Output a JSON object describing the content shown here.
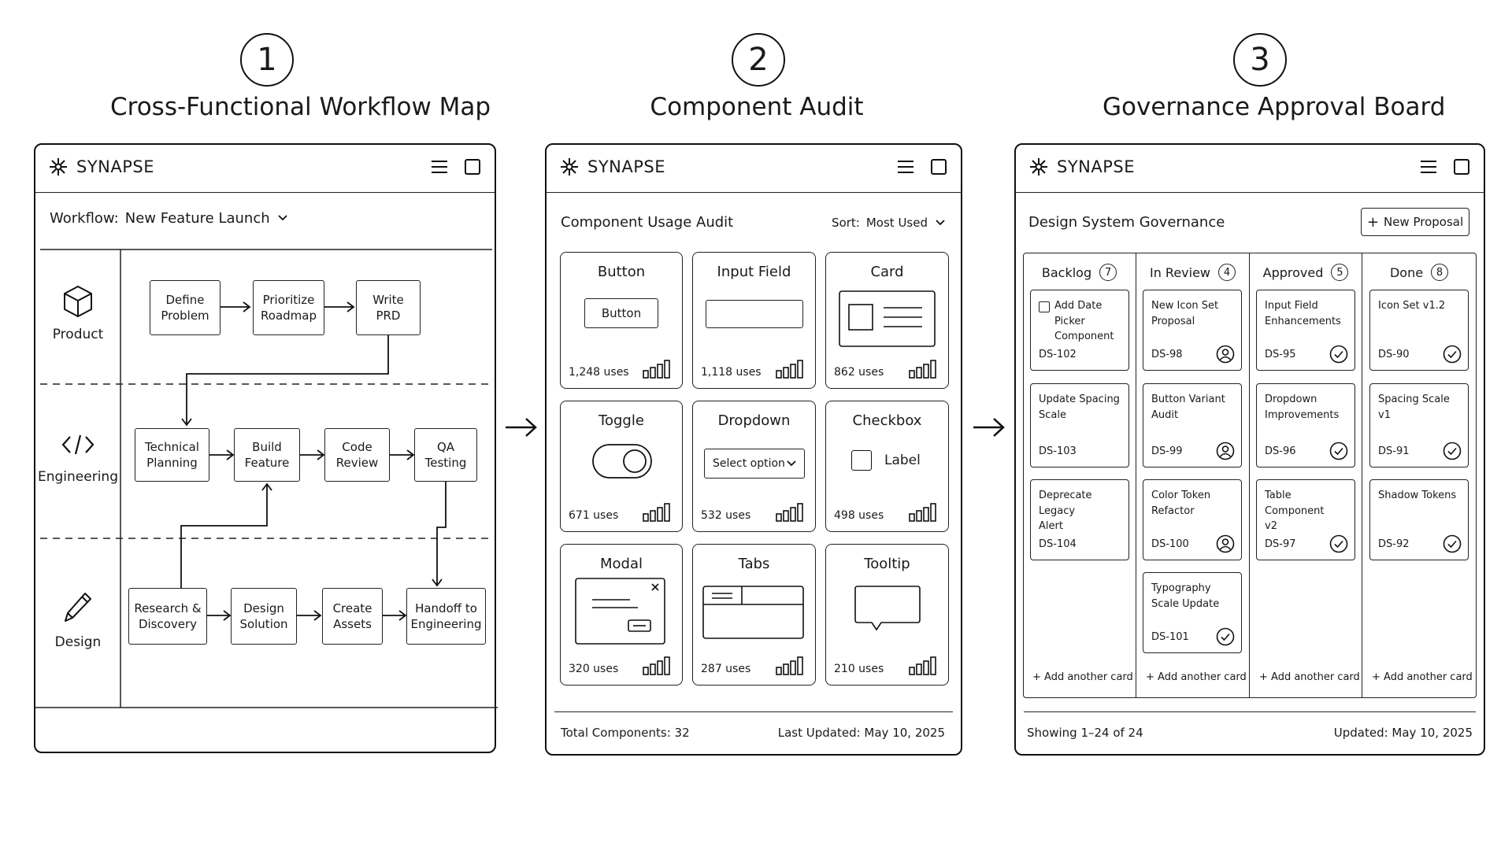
{
  "steps": [
    {
      "number": "1",
      "title": "Cross-Functional Workflow Map"
    },
    {
      "number": "2",
      "title": "Component Audit"
    },
    {
      "number": "3",
      "title": "Governance Approval Board"
    }
  ],
  "brand": {
    "name": "SYNAPSE"
  },
  "workflow": {
    "selector_label": "Workflow:",
    "selector_value": "New Feature Launch",
    "lanes": [
      {
        "label": "Product",
        "icon": "cube-icon"
      },
      {
        "label": "Engineering",
        "icon": "code-icon"
      },
      {
        "label": "Design",
        "icon": "pencil-icon"
      }
    ],
    "nodes": [
      {
        "id": "define-problem",
        "label": "Define\nProblem"
      },
      {
        "id": "prioritize-roadmap",
        "label": "Prioritize\nRoadmap"
      },
      {
        "id": "write-prd",
        "label": "Write\nPRD"
      },
      {
        "id": "technical-planning",
        "label": "Technical\nPlanning"
      },
      {
        "id": "build-feature",
        "label": "Build\nFeature"
      },
      {
        "id": "code-review",
        "label": "Code\nReview"
      },
      {
        "id": "qa-testing",
        "label": "QA\nTesting"
      },
      {
        "id": "research-discovery",
        "label": "Research &\nDiscovery"
      },
      {
        "id": "design-solution",
        "label": "Design\nSolution"
      },
      {
        "id": "create-assets",
        "label": "Create\nAssets"
      },
      {
        "id": "handoff-engineering",
        "label": "Handoff to\nEngineering"
      }
    ]
  },
  "audit": {
    "title": "Component Usage Audit",
    "sort_label": "Sort:",
    "sort_value": "Most Used",
    "components": [
      {
        "name": "Button",
        "uses": "1,248 uses",
        "preview_label": "Button"
      },
      {
        "name": "Input Field",
        "uses": "1,118 uses"
      },
      {
        "name": "Card",
        "uses": "862 uses"
      },
      {
        "name": "Toggle",
        "uses": "671 uses"
      },
      {
        "name": "Dropdown",
        "uses": "532 uses",
        "preview_label": "Select option"
      },
      {
        "name": "Checkbox",
        "uses": "498 uses",
        "preview_label": "Label"
      },
      {
        "name": "Modal",
        "uses": "320 uses"
      },
      {
        "name": "Tabs",
        "uses": "287 uses"
      },
      {
        "name": "Tooltip",
        "uses": "210 uses"
      }
    ],
    "footer_total": "Total Components:  32",
    "footer_updated": "Last Updated:  May 10, 2025"
  },
  "governance": {
    "title": "Design System Governance",
    "new_button": "New Proposal",
    "add_card_label": "+ Add another card",
    "columns": [
      {
        "name": "Backlog",
        "count": "7",
        "cards": [
          {
            "title": "Add Date Picker\nComponent",
            "id": "DS-102",
            "badge": "none",
            "checkbox": true
          },
          {
            "title": "Update Spacing\nScale",
            "id": "DS-103",
            "badge": "none"
          },
          {
            "title": "Deprecate Legacy\nAlert",
            "id": "DS-104",
            "badge": "none"
          }
        ]
      },
      {
        "name": "In Review",
        "count": "4",
        "cards": [
          {
            "title": "New Icon Set\nProposal",
            "id": "DS-98",
            "badge": "user"
          },
          {
            "title": "Button Variant\nAudit",
            "id": "DS-99",
            "badge": "user"
          },
          {
            "title": "Color Token\nRefactor",
            "id": "DS-100",
            "badge": "user"
          },
          {
            "title": "Typography\nScale Update",
            "id": "DS-101",
            "badge": "check"
          }
        ]
      },
      {
        "name": "Approved",
        "count": "5",
        "cards": [
          {
            "title": "Input Field\nEnhancements",
            "id": "DS-95",
            "badge": "check"
          },
          {
            "title": "Dropdown\nImprovements",
            "id": "DS-96",
            "badge": "check"
          },
          {
            "title": "Table Component\nv2",
            "id": "DS-97",
            "badge": "check"
          }
        ]
      },
      {
        "name": "Done",
        "count": "8",
        "cards": [
          {
            "title": "Icon Set v1.2",
            "id": "DS-90",
            "badge": "check"
          },
          {
            "title": "Spacing Scale v1",
            "id": "DS-91",
            "badge": "check"
          },
          {
            "title": "Shadow Tokens",
            "id": "DS-92",
            "badge": "check"
          }
        ]
      }
    ],
    "footer_showing": "Showing 1–24 of 24",
    "footer_updated": "Updated:  May 10, 2025"
  }
}
